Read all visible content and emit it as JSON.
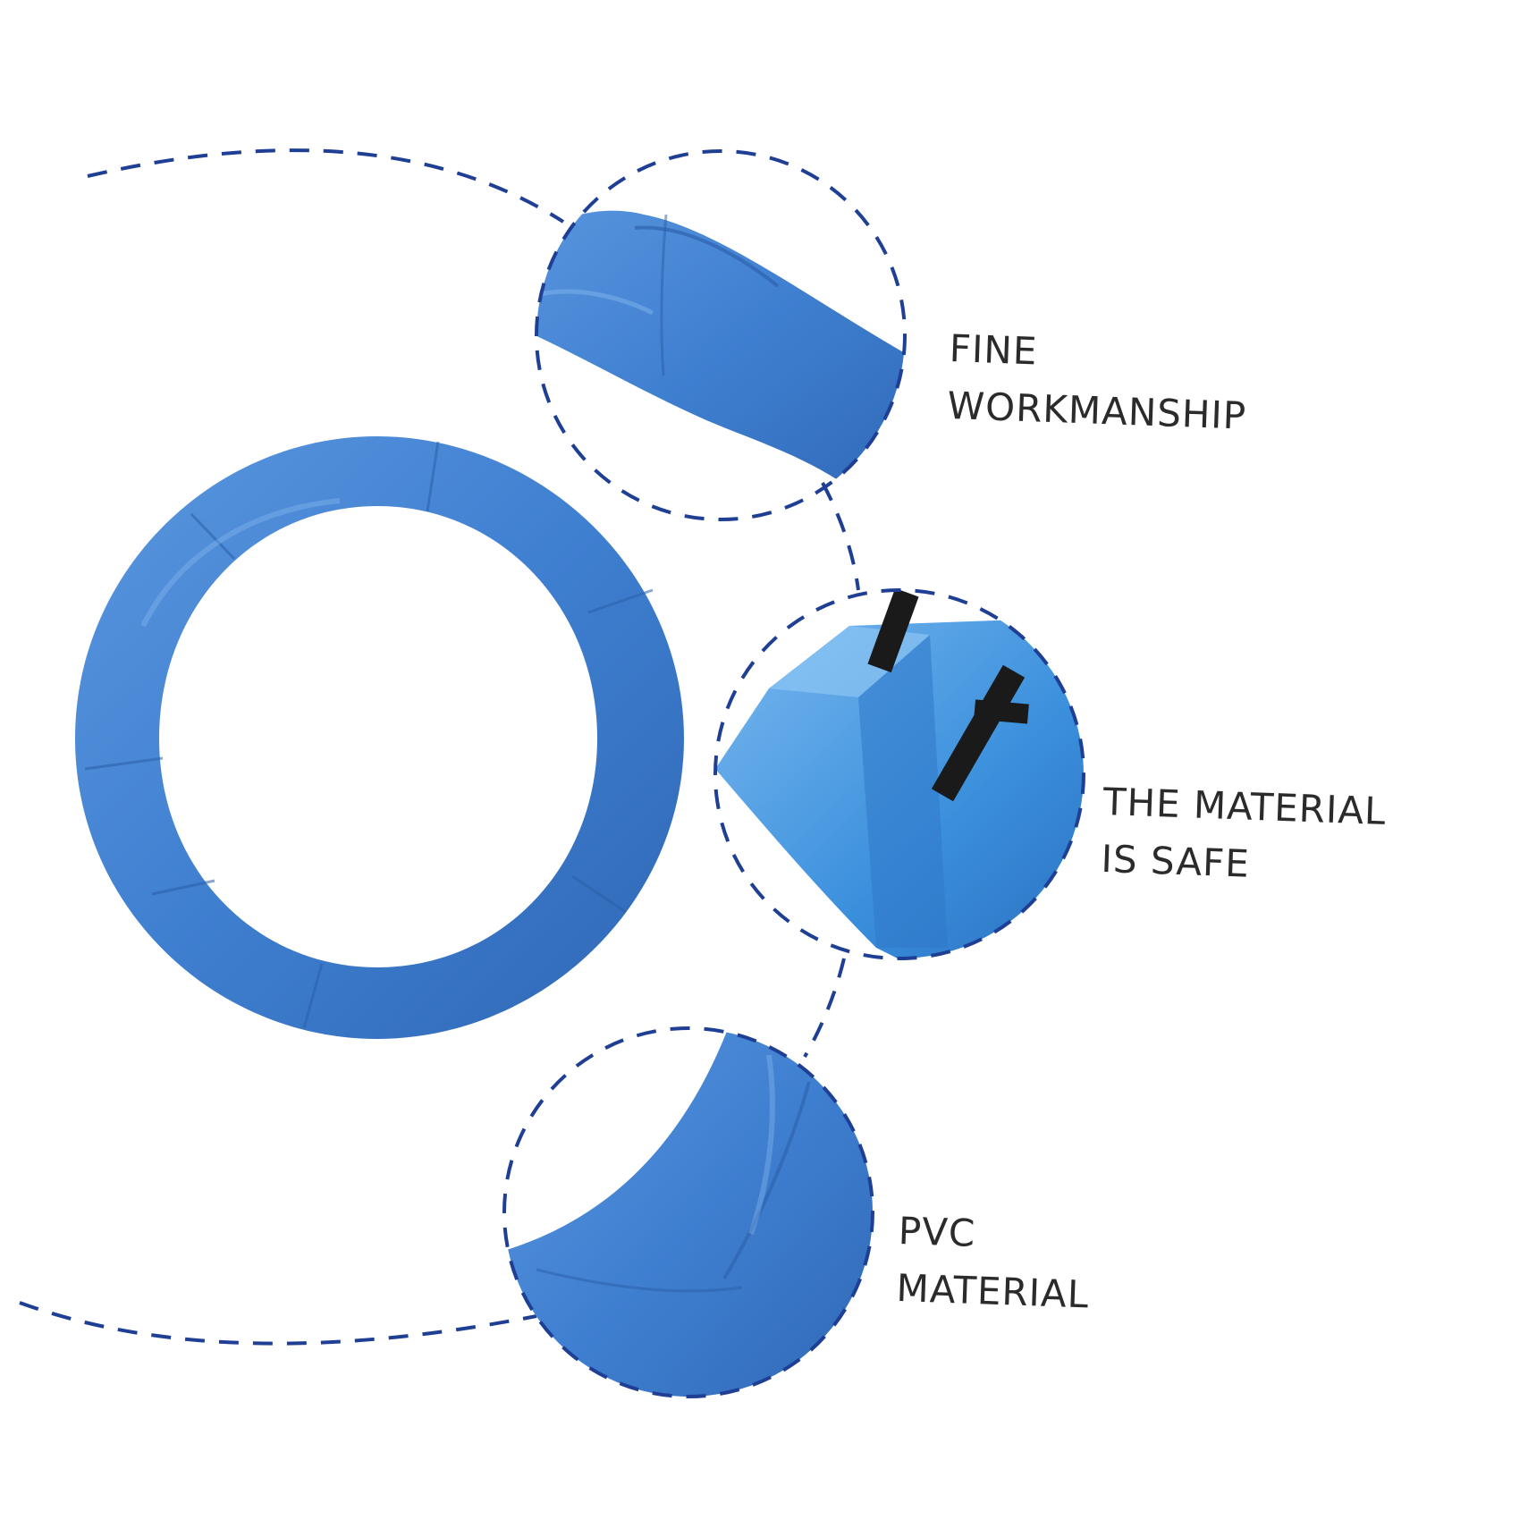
{
  "labels": {
    "workmanship": {
      "line1": "FINE",
      "line2": "WORKMANSHIP"
    },
    "safe": {
      "line1": "THE MATERIAL",
      "line2": "IS SAFE"
    },
    "pvc": {
      "line1": "PVC",
      "line2": "MATERIAL"
    }
  },
  "colors": {
    "dash": "#1f3f94",
    "pad_blue": "#3f7fd0",
    "pad_light": "#6aa4e6",
    "pad_dark": "#2f67b5",
    "strap": "#1a1a1a",
    "text": "#2b2b2b",
    "background": "#ffffff"
  }
}
